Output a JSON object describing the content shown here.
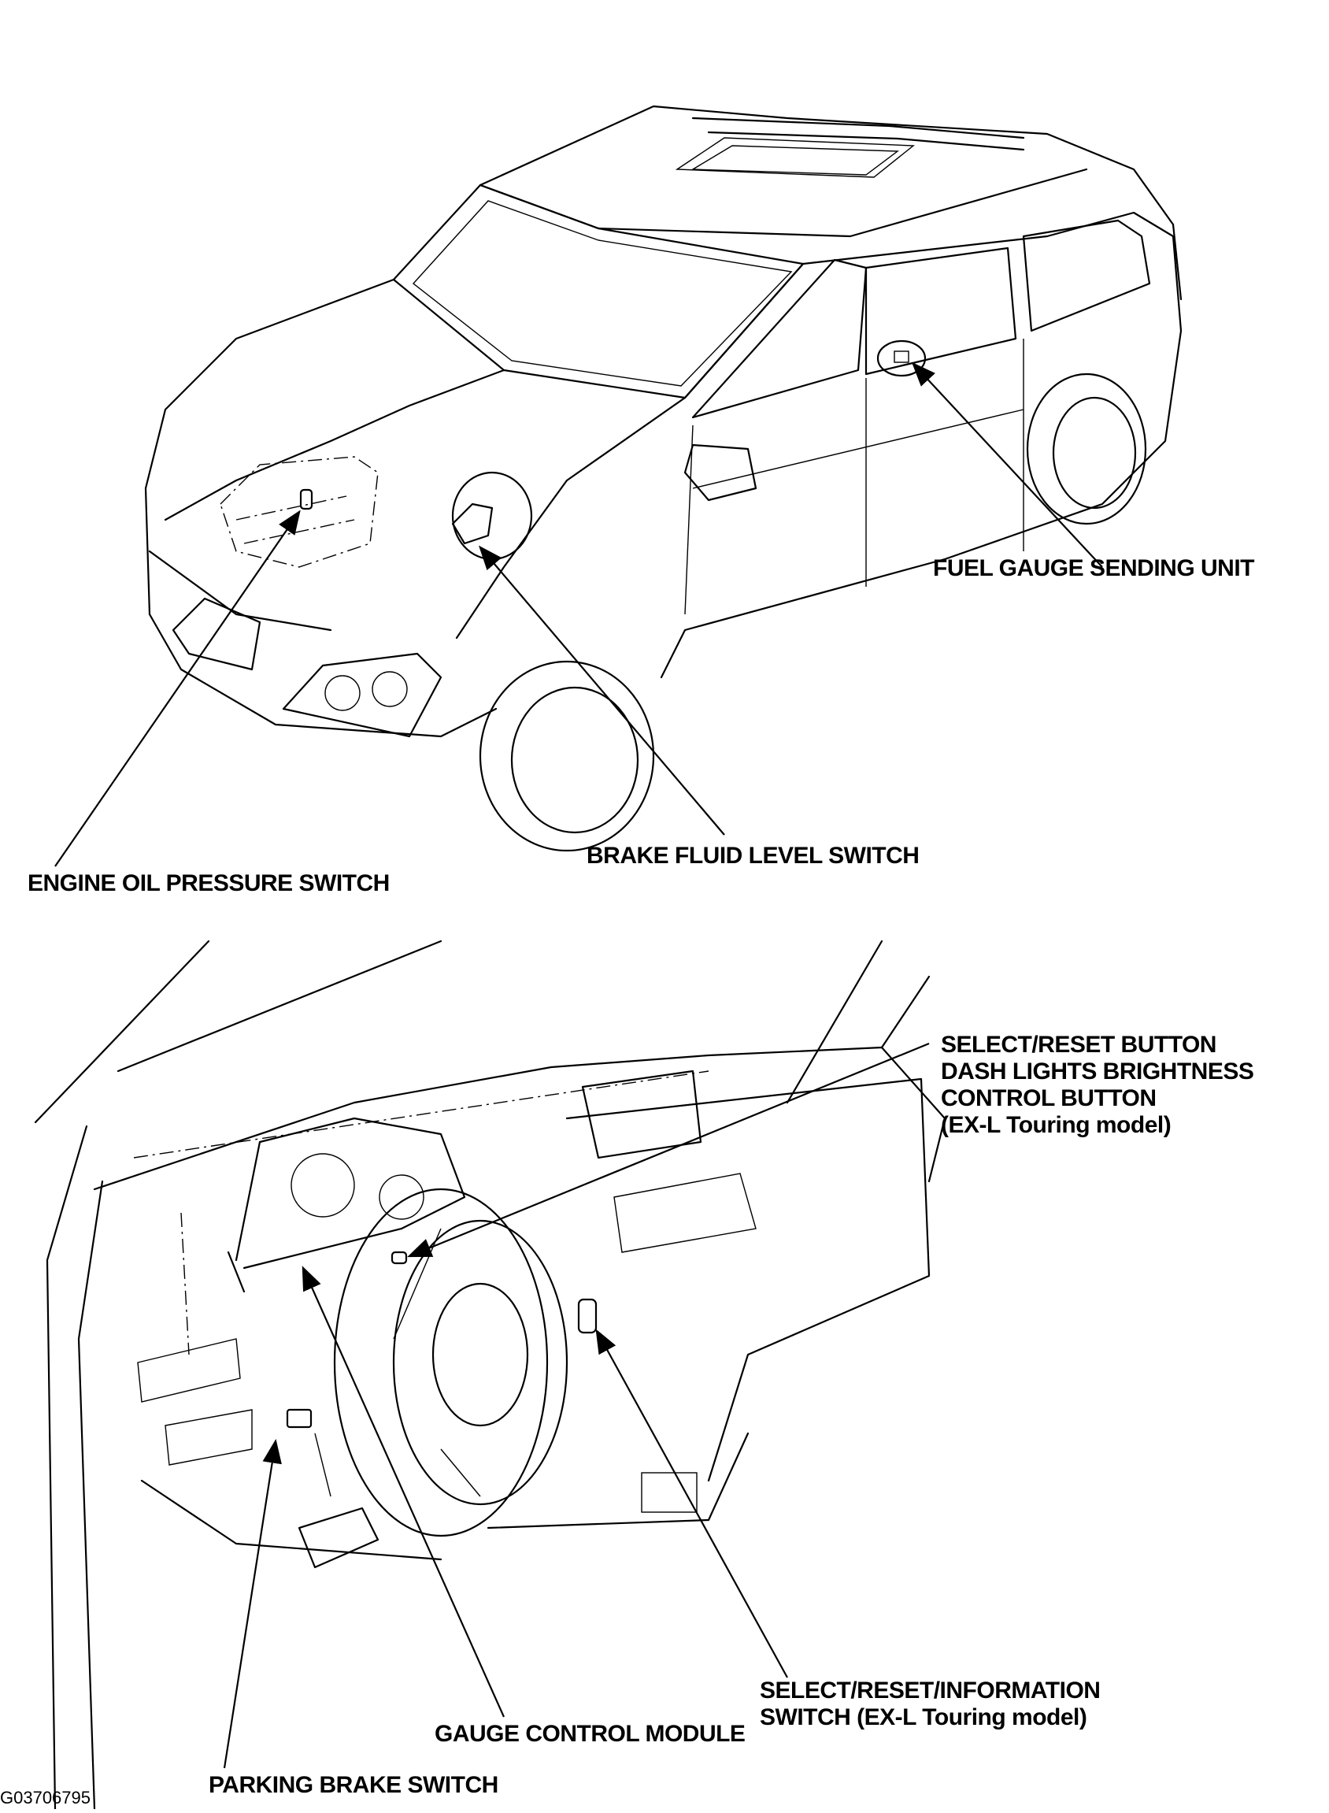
{
  "labels": {
    "fuel_gauge": "FUEL GAUGE SENDING UNIT",
    "brake_fluid": "BRAKE FLUID LEVEL SWITCH",
    "engine_oil": "ENGINE OIL PRESSURE SWITCH",
    "select_reset_button": [
      "SELECT/RESET BUTTON",
      "DASH LIGHTS BRIGHTNESS",
      "CONTROL BUTTON",
      "(EX-L Touring model)"
    ],
    "select_reset_info": [
      "SELECT/RESET/INFORMATION",
      "SWITCH (EX-L Touring model)"
    ],
    "gauge_module": "GAUGE CONTROL MODULE",
    "parking_brake": "PARKING BRAKE SWITCH"
  },
  "figure_id": "G03706795"
}
